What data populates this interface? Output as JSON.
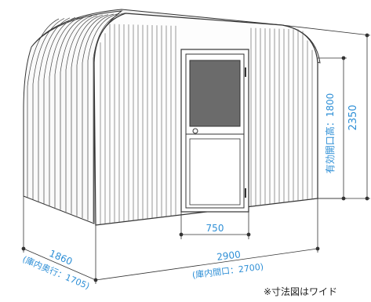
{
  "dimensions": {
    "depth_outer": "1860",
    "depth_inner": "(庫内奥行：1705)",
    "width_outer": "2900",
    "width_inner": "(庫内間口：2700)",
    "door_width": "750",
    "height_outer": "2350",
    "door_height": "有効開口高：1800"
  },
  "note": "※寸法図はワイド",
  "colors": {
    "dimension_text": "#2e8fd6",
    "outline": "#333333",
    "glass": "#6b6b6b"
  }
}
